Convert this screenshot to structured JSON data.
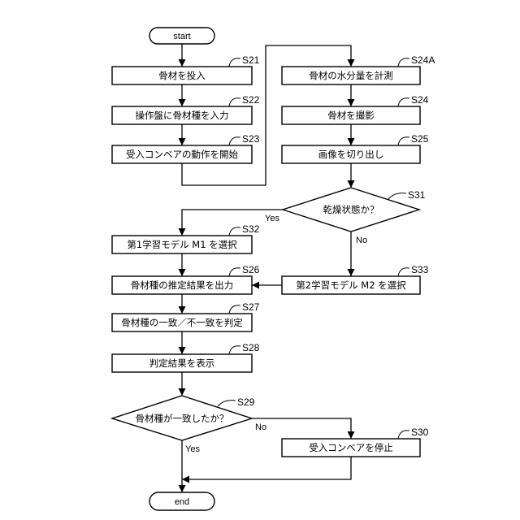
{
  "terminals": {
    "start": "start",
    "end": "end"
  },
  "steps": {
    "s21": {
      "label": "S21",
      "text": "骨材を投入"
    },
    "s22": {
      "label": "S22",
      "text": "操作盤に骨材種を入力"
    },
    "s23": {
      "label": "S23",
      "text": "受入コンベアの動作を開始"
    },
    "s24a": {
      "label": "S24A",
      "text": "骨材の水分量を計測"
    },
    "s24": {
      "label": "S24",
      "text": "骨材を撮影"
    },
    "s25": {
      "label": "S25",
      "text": "画像を切り出し"
    },
    "s31": {
      "label": "S31",
      "text": "乾燥状態か？"
    },
    "s32": {
      "label": "S32",
      "text": "第1学習モデル M1 を選択"
    },
    "s33": {
      "label": "S33",
      "text": "第2学習モデル M2 を選択"
    },
    "s26": {
      "label": "S26",
      "text": "骨材種の推定結果を出力"
    },
    "s27": {
      "label": "S27",
      "text": "骨材種の一致／不一致を判定"
    },
    "s28": {
      "label": "S28",
      "text": "判定結果を表示"
    },
    "s29": {
      "label": "S29",
      "text": "骨材種が一致したか？"
    },
    "s30": {
      "label": "S30",
      "text": "受入コンベアを停止"
    }
  },
  "branches": {
    "s31_yes": "Yes",
    "s31_no": "No",
    "s29_no": "No",
    "s29_yes": "Yes"
  }
}
